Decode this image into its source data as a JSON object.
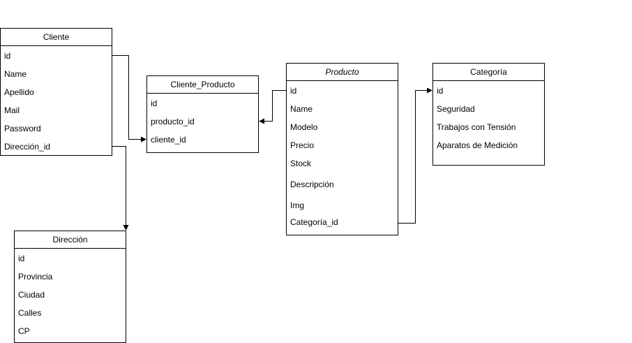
{
  "entities": {
    "cliente": {
      "title": "Cliente",
      "fields": [
        "id",
        "Name",
        "Apellido",
        "Mail",
        "Password",
        "Dirección_id"
      ]
    },
    "cliente_producto": {
      "title": "Cliente_Producto",
      "fields": [
        "id",
        "producto_id",
        "cliente_id"
      ]
    },
    "producto": {
      "title": "Producto",
      "fields": [
        "id",
        "Name",
        "Modelo",
        "Precio",
        "Stock",
        "Descripción",
        "Img",
        "Categoría_id"
      ]
    },
    "categoria": {
      "title": "Categoría",
      "fields": [
        "id",
        "Seguridad",
        "Trabajos con Tensión",
        "Aparatos de Medición"
      ]
    },
    "direccion": {
      "title": "Dirección",
      "fields": [
        "id",
        "Provincia",
        "Ciudad",
        "Calles",
        "CP"
      ]
    }
  },
  "relationships": [
    {
      "from": "Cliente.id",
      "to": "Cliente_Producto.cliente_id"
    },
    {
      "from": "Producto.id",
      "to": "Cliente_Producto.producto_id"
    },
    {
      "from": "Producto.Categoría_id",
      "to": "Categoría.id"
    },
    {
      "from": "Cliente.Dirección_id",
      "to": "Dirección"
    }
  ],
  "colors": {
    "line": "#000000",
    "background": "#ffffff"
  }
}
